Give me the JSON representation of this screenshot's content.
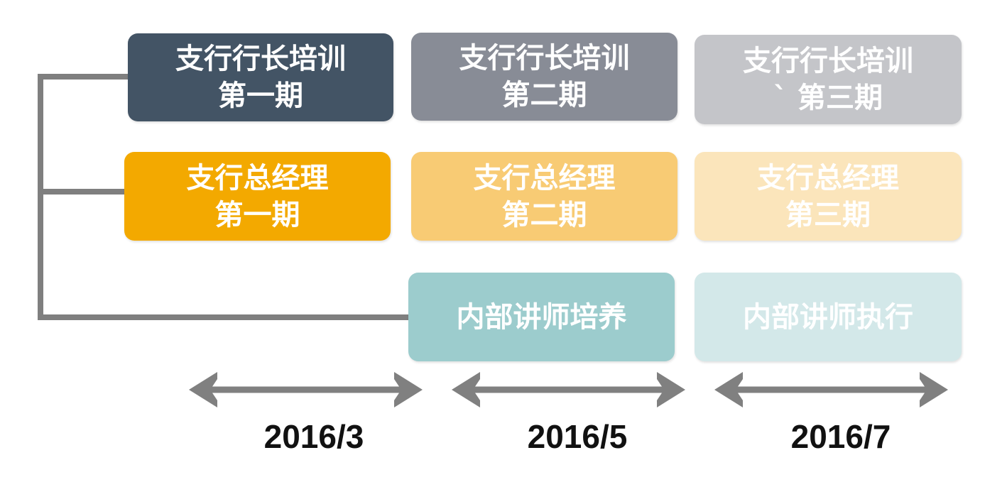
{
  "rows": [
    {
      "name": "branch-head-training",
      "cells": [
        {
          "line1": "支行行长培训",
          "line2": "第一期",
          "color": "#435465"
        },
        {
          "line1": "支行行长培训",
          "line2": "第二期",
          "color": "#888c96"
        },
        {
          "line1": "支行行长培训",
          "line2": "` 第三期",
          "color": "#c4c5c9"
        }
      ]
    },
    {
      "name": "branch-manager",
      "cells": [
        {
          "line1": "支行总经理",
          "line2": "第一期",
          "color": "#f3a900"
        },
        {
          "line1": "支行总经理",
          "line2": "第二期",
          "color": "#f8cb74"
        },
        {
          "line1": "支行总经理",
          "line2": "第三期",
          "color": "#fbe5bb"
        }
      ]
    },
    {
      "name": "internal-lecturer",
      "cells": [
        {
          "line1": "内部讲师培养",
          "color": "#9ccccd"
        },
        {
          "line1": "内部讲师执行",
          "color": "#d3e8e9"
        }
      ]
    }
  ],
  "periods": [
    "2016/3",
    "2016/5",
    "2016/7"
  ],
  "connector_color": "#7f7f7f",
  "arrow_color": "#808080"
}
